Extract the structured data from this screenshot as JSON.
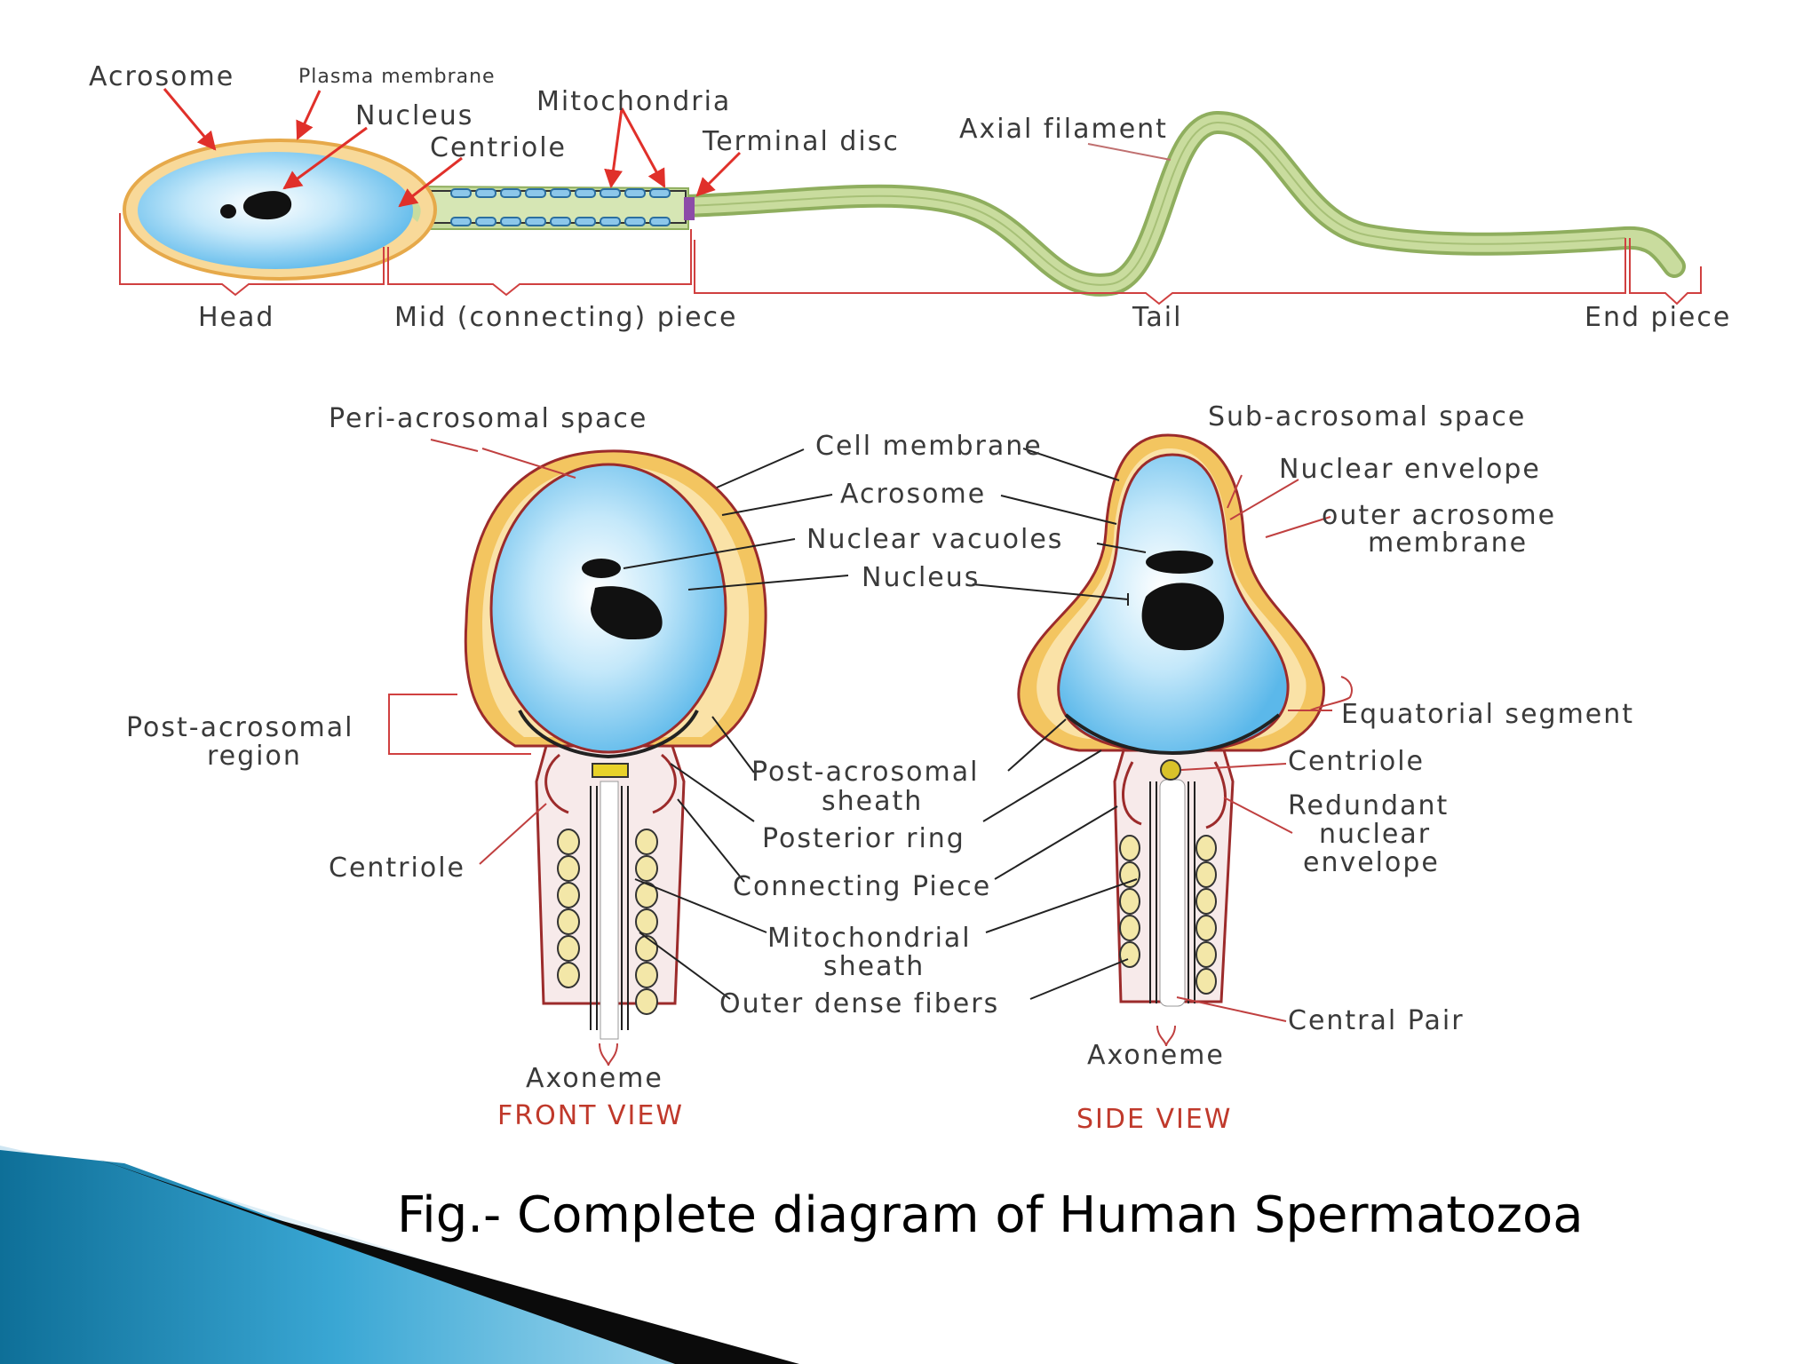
{
  "top": {
    "acrosome": "Acrosome",
    "plasma_membrane": "Plasma membrane",
    "nucleus": "Nucleus",
    "centriole": "Centriole",
    "mitochondria": "Mitochondria",
    "terminal_disc": "Terminal disc",
    "axial_filament": "Axial filament",
    "head": "Head",
    "mid_piece": "Mid (connecting) piece",
    "tail": "Tail",
    "end_piece": "End piece"
  },
  "front": {
    "peri_acrosomal_space": "Peri-acrosomal space",
    "post_acrosomal_region_1": "Post-acrosomal",
    "post_acrosomal_region_2": "region",
    "centriole": "Centriole",
    "axoneme": "Axoneme",
    "view_title": "FRONT VIEW"
  },
  "middle": {
    "cell_membrane": "Cell membrane",
    "acrosome": "Acrosome",
    "nuclear_vacuoles": "Nuclear vacuoles",
    "nucleus": "Nucleus",
    "post_acrosomal_sheath_1": "Post-acrosomal",
    "post_acrosomal_sheath_2": "sheath",
    "posterior_ring": "Posterior ring",
    "connecting_piece": "Connecting Piece",
    "mitochondrial_sheath_1": "Mitochondrial",
    "mitochondrial_sheath_2": "sheath",
    "outer_dense_fibers": "Outer dense fibers"
  },
  "side": {
    "sub_acrosomal_space": "Sub-acrosomal space",
    "nuclear_envelope": "Nuclear envelope",
    "outer_acrosome_membrane_1": "outer acrosome",
    "outer_acrosome_membrane_2": "membrane",
    "equatorial_segment": "Equatorial segment",
    "centriole": "Centriole",
    "redundant_1": "Redundant",
    "redundant_2": "nuclear",
    "redundant_3": "envelope",
    "central_pair": "Central Pair",
    "axoneme": "Axoneme",
    "view_title": "SIDE VIEW"
  },
  "caption": "Fig.- Complete diagram of Human Spermatozoa",
  "colors": {
    "label_text": "#3a3a3a",
    "pointer_red": "#e0302a",
    "bracket_red": "#d04040",
    "nucleus_blue": "#9fd6f2",
    "acrosome_yellow": "#f3c560",
    "tail_green": "#b5cf88",
    "view_title_red": "#c0392b",
    "ribbon_blue": "#2a8db8"
  }
}
